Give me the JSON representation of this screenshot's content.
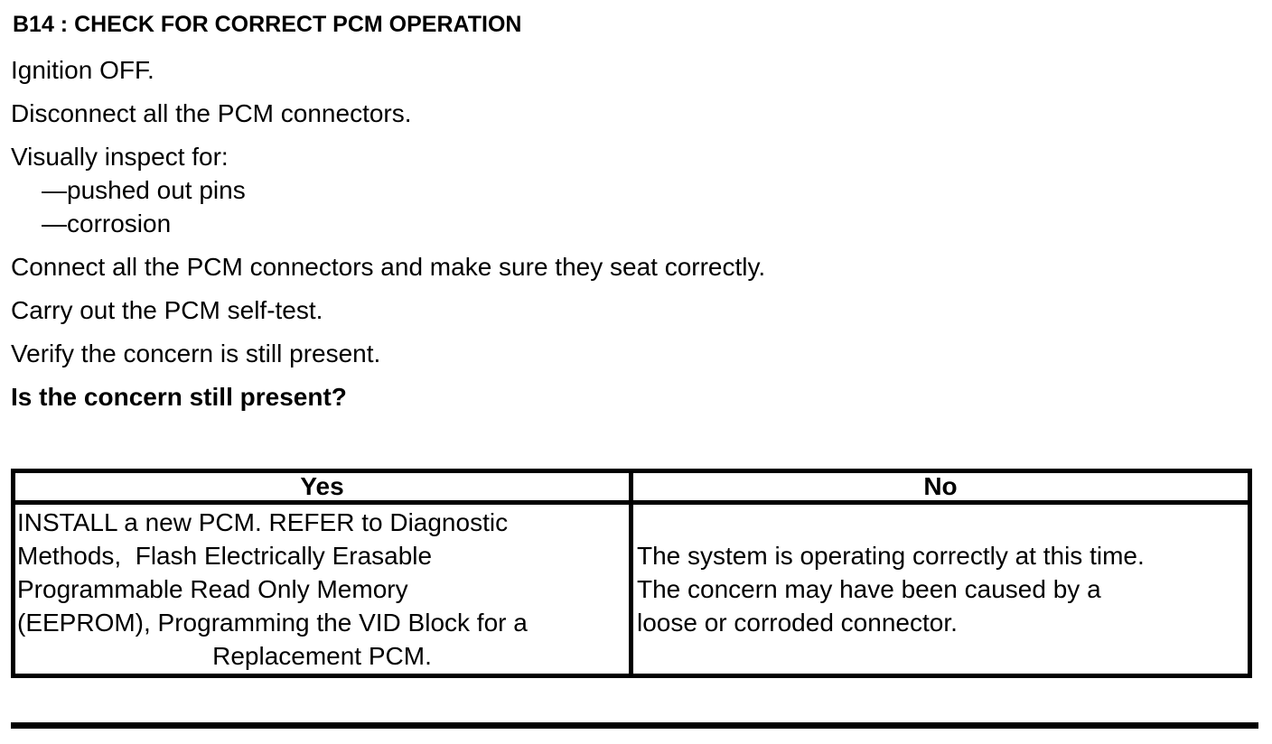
{
  "heading": "B14 : CHECK FOR CORRECT PCM OPERATION",
  "steps": [
    "Ignition OFF.",
    "Disconnect all the PCM connectors.",
    "Visually inspect for:",
    "—pushed out pins",
    "—corrosion",
    "Connect all the PCM connectors and make sure they seat correctly.",
    "Carry out the PCM self-test.",
    "Verify the concern is still present."
  ],
  "question": "Is the concern still present?",
  "table": {
    "yes_header": "Yes",
    "no_header": "No",
    "yes_cell": {
      "lines": [
        "INSTALL a new PCM. REFER to Diagnostic",
        "Methods,  Flash Electrically Erasable",
        "Programmable Read Only Memory",
        "(EEPROM), Programming the VID Block for a",
        "Replacement PCM."
      ]
    },
    "no_cell": {
      "lines": [
        "The system is operating correctly at this time.",
        "The concern may have been caused by a",
        "loose or corroded connector."
      ]
    }
  },
  "colors": {
    "text": "#000000",
    "background": "#ffffff",
    "border": "#000000"
  }
}
